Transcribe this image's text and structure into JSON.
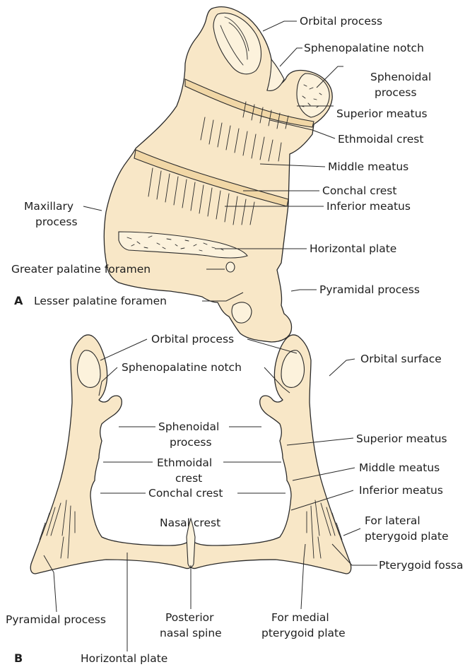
{
  "panel_a": {
    "letter": "A",
    "labels": {
      "orbital_process": "Orbital process",
      "sphenopalatine_notch": "Sphenopalatine notch",
      "sphenoidal_process_1": "Sphenoidal",
      "sphenoidal_process_2": "process",
      "superior_meatus": "Superior meatus",
      "ethmoidal_crest": "Ethmoidal crest",
      "middle_meatus": "Middle meatus",
      "conchal_crest": "Conchal crest",
      "inferior_meatus": "Inferior meatus",
      "horizontal_plate": "Horizontal plate",
      "maxillary_process_1": "Maxillary",
      "maxillary_process_2": "process",
      "greater_palatine_foramen": "Greater palatine foramen",
      "lesser_palatine_foramen": "Lesser palatine foramen",
      "pyramidal_process": "Pyramidal process"
    }
  },
  "panel_b": {
    "letter": "B",
    "labels": {
      "orbital_process": "Orbital process",
      "orbital_surface": "Orbital surface",
      "sphenopalatine_notch": "Sphenopalatine notch",
      "sphenoidal_process_1": "Sphenoidal",
      "sphenoidal_process_2": "process",
      "superior_meatus": "Superior meatus",
      "ethmoidal_crest_1": "Ethmoidal",
      "ethmoidal_crest_2": "crest",
      "middle_meatus": "Middle meatus",
      "conchal_crest": "Conchal crest",
      "inferior_meatus": "Inferior meatus",
      "nasal_crest": "Nasal crest",
      "lateral_pterygoid_1": "For lateral",
      "lateral_pterygoid_2": "pterygoid plate",
      "pterygoid_fossa": "Pterygoid fossa",
      "pyramidal_process": "Pyramidal process",
      "posterior_nasal_spine_1": "Posterior",
      "posterior_nasal_spine_2": "nasal spine",
      "medial_pterygoid_1": "For medial",
      "medial_pterygoid_2": "pterygoid plate",
      "horizontal_plate": "Horizontal plate"
    }
  },
  "colors": {
    "bone": "#f8e7c7",
    "bone_highlight": "#fcf2dc",
    "crest": "#f1d7a6",
    "outline": "#2a2a2a",
    "text": "#1e1e1e"
  }
}
